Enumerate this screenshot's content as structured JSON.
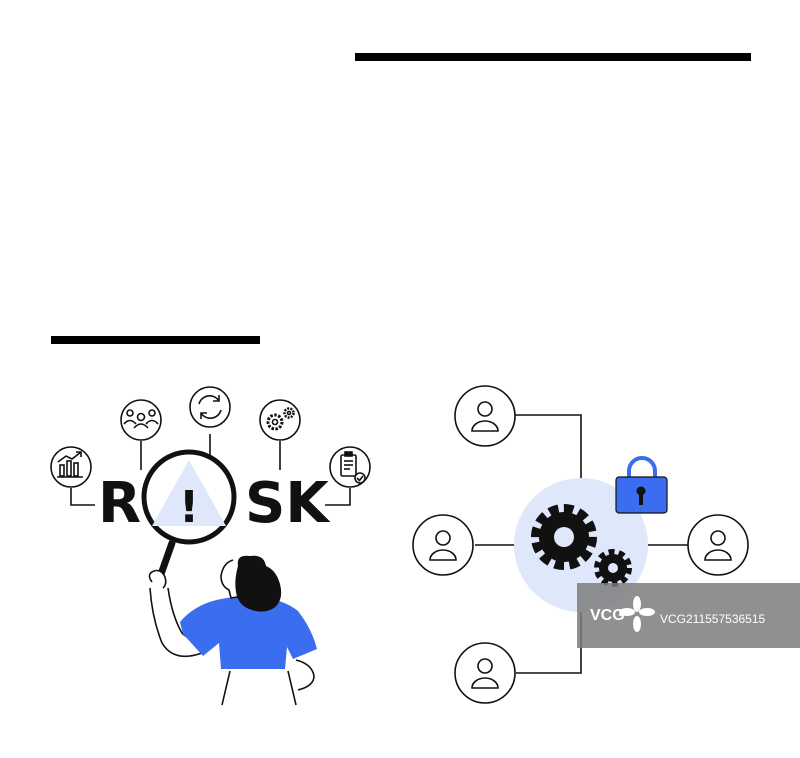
{
  "risk": {
    "letter_r": "R",
    "letter_sk": "SK",
    "exclamation": "!"
  },
  "icons": {
    "left": [
      "bar-chart-icon",
      "team-icon",
      "refresh-icon",
      "gears-icon",
      "clipboard-check-icon"
    ],
    "right": [
      "user-icon",
      "gear-icon",
      "padlock-icon"
    ]
  },
  "watermark": {
    "logo": "VCG",
    "text": "VCG211557536515"
  },
  "colors": {
    "accent_blue": "#3a6df0",
    "light_blue": "#dfe7fb",
    "outline": "#111111",
    "watermark_bg": "#7d7d7d"
  }
}
